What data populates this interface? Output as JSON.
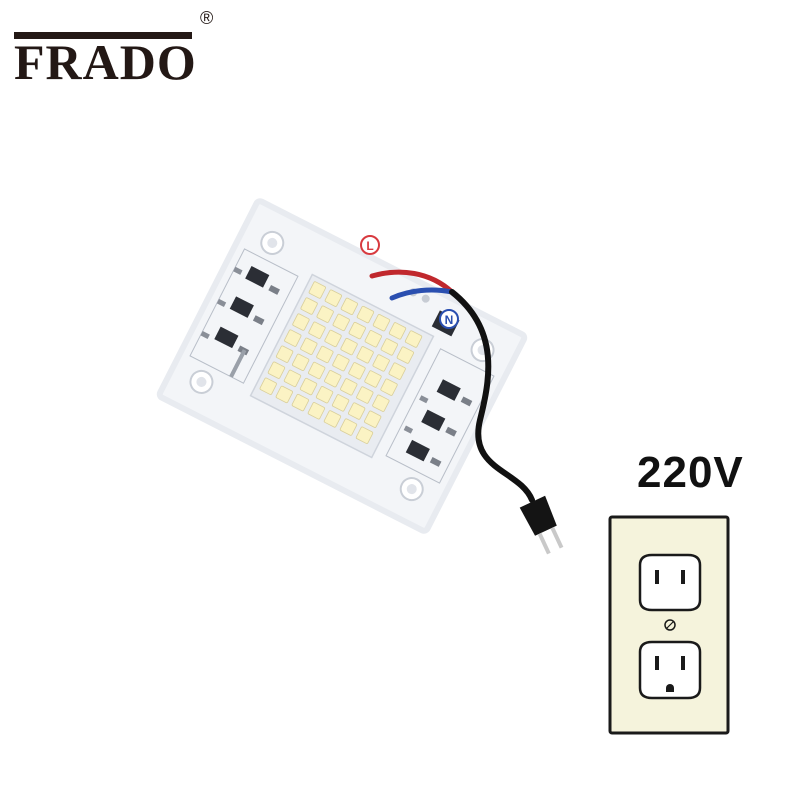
{
  "brand": {
    "name": "FRADO",
    "registered_mark": "®"
  },
  "product": {
    "wire_label_live": "L",
    "wire_label_neutral": "N"
  },
  "supply": {
    "voltage_label": "220V"
  },
  "colors": {
    "wire_live": "#c0282d",
    "wire_neutral": "#2a4fb0",
    "cable": "#111111",
    "pcb": "#f3f5f8",
    "outlet_plate": "#f5f3dc"
  }
}
